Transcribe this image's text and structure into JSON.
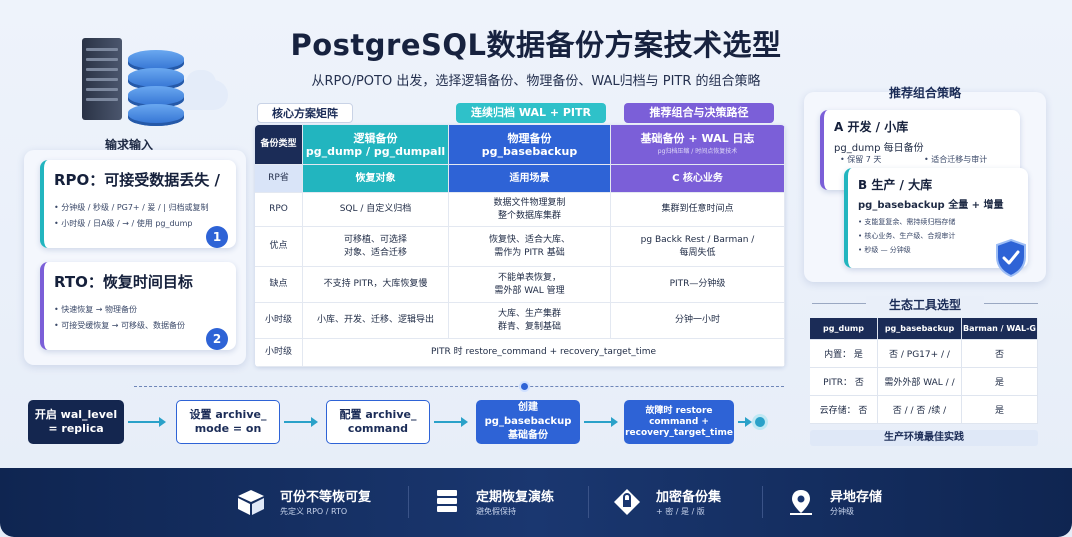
{
  "header": {
    "title": "PostgreSQL数据备份方案技术选型",
    "subtitle": "从RPO/POTO 出发，选择逻辑备份、物理备份、WAL归档与 PITR 的组合策略"
  },
  "inputs": {
    "title": "输求输入",
    "rpo": {
      "head": "RPO：可接受数据丢失 /",
      "bullets": [
        "• 分钟级 / 秒级 / PG7+ / 爰 / | 归档或复制",
        "• 小时级 / 日A级 / → / 使用 pg_dump"
      ],
      "num": "1"
    },
    "rto": {
      "head": "RTO：恢复时间目标",
      "bullets": [
        "• 快速恢复 → 物理备份",
        "• 可接受缓恢复 → 可移级、数据备份"
      ],
      "num": "2"
    }
  },
  "matrix": {
    "tabs": [
      "核心方案矩阵",
      "连续归档 WAL + PITR",
      "推荐组合与决策路径"
    ],
    "header_row": {
      "label": "备份类型",
      "col1": "逻辑备份\npg_dump / pg_dumpall",
      "col2": "物理备份\npg_basebackup",
      "col3": "基础备份 + WAL 日志",
      "col3_note": "pg归档压缩 / 时间点恢复技术"
    },
    "sub_row": {
      "label": "RP省",
      "col1": "恢复对象",
      "col2": "适用场景",
      "col3": "C 核心业务"
    },
    "rows": [
      {
        "label": "RPO",
        "c1": "SQL / 自定义归档",
        "c2": "数据文件物理复制\n整个数据库集群",
        "c3": "集群到任意时间点"
      },
      {
        "label": "优点",
        "c1": "可移植、可选择\n对象、适合迁移",
        "c2": "恢复快、适合大库、\n需作为 PITR 基础",
        "c3": "pg Backk Rest / Barman /\n每周失低"
      },
      {
        "label": "缺点",
        "c1": "不支持 PITR，大库恢复慢",
        "c2": "不能单表恢复，\n需外部 WAL 管理",
        "c3": "PITR—分钟级"
      },
      {
        "label": "小时级",
        "c1": "小库、开发、迁移、逻辑导出",
        "c2": "大库、生产集群\n群青、复制基础",
        "c3": "分钟一小时"
      }
    ],
    "last_row": {
      "label": "小时级",
      "text": "PITR 时 restore_command + recovery_target_time"
    }
  },
  "strategy": {
    "title": "推荐组合策略",
    "a": {
      "head": "A 开发 / 小库",
      "line": "pg_dump 每日备份",
      "b1": "• 保留 7 天",
      "b2": "• 适合迁移与审计"
    },
    "b": {
      "head": "B 生产 / 大库",
      "line": "pg_basebackup 全量 + 增量",
      "b1": "• 支能复复余、需持续归档存储",
      "b2": "• 核心业务、生产级、合规审计",
      "b3": "• 秒级 — 分钟级"
    }
  },
  "eco": {
    "title": "生态工具选型",
    "headers": [
      "pg_dump",
      "pg_basebackup",
      "Barman / WAL-G"
    ],
    "rows": [
      [
        "内置：  是",
        "否 / PG17+ / /",
        "否"
      ],
      [
        "PITR：  否",
        "需外外部 WAL / /",
        "是"
      ],
      [
        "云存储：  否",
        "否 / / 否 /续 /",
        "是"
      ]
    ],
    "footer": "生产环境最佳实践"
  },
  "flow": {
    "steps": [
      "开启 wal_level\n= replica",
      "设置 archive_\nmode = on",
      "配置 archive_\ncommand",
      "创建 pg_basebackup\n基础备份",
      "故障时 restore\ncommand +\nrecovery_target_time"
    ]
  },
  "footer": {
    "items": [
      {
        "icon": "box-icon",
        "title": "可份不等恢可复",
        "sub": "先定义 RPO / RTO"
      },
      {
        "icon": "server-stack-icon",
        "title": "定期恢复演练",
        "sub": "避免假保持"
      },
      {
        "icon": "lock-tag-icon",
        "title": "加密备份集",
        "sub": "+ 密 / 是 / 版"
      },
      {
        "icon": "map-pin-icon",
        "title": "异地存储",
        "sub": "分钟级"
      }
    ]
  },
  "colors": {
    "teal": "#22b5bf",
    "blue": "#2e63d6",
    "purple": "#7b5fd8",
    "navy": "#1b2c57"
  }
}
